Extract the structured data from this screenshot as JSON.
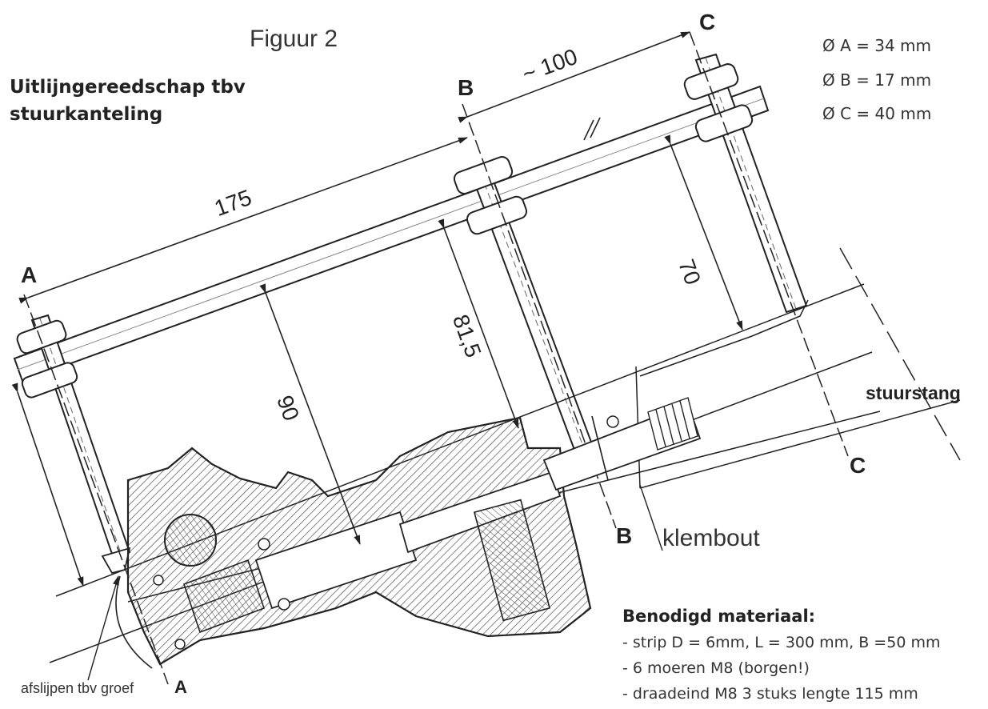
{
  "figure_title": "Figuur 2",
  "title_lines": [
    "Uitlijngereedschap tbv",
    "stuurkanteling"
  ],
  "section_letters": {
    "a_top": "A",
    "a_bottom": "A",
    "b_top": "B",
    "b_bottom": "B",
    "c_top": "C",
    "c_bottom": "C"
  },
  "diameters": [
    "Ø A = 34 mm",
    "Ø B = 17 mm",
    "Ø C = 40 mm"
  ],
  "dimensions": {
    "ab": "175",
    "bc": "~ 100",
    "height_a": "90",
    "height_b": "81,5",
    "height_c": "70"
  },
  "labels": {
    "stuurstang": "stuurstang",
    "klembout": "klembout",
    "afslijpen": "afslijpen tbv groef"
  },
  "materials": {
    "heading": "Benodigd materiaal:",
    "items": [
      "- strip D = 6mm, L = 300 mm, B =50 mm",
      "- 6 moeren M8 (borgen!)",
      "- draadeind M8 3 stuks lengte 115 mm"
    ]
  }
}
